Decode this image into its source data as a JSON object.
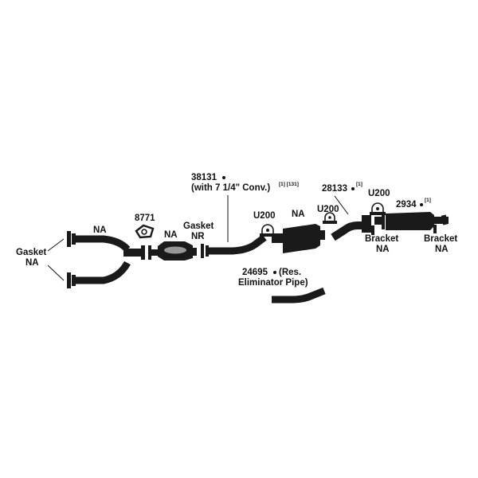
{
  "labels": {
    "gasket_left": "Gasket",
    "gasket_left_na": "NA",
    "y_pipe_na": "NA",
    "gasket_8771": "8771",
    "converter_na": "NA",
    "gasket_nr": "Gasket",
    "gasket_nr_code": "NR",
    "pipe_38131": "38131",
    "pipe_38131_note": "(with 7 1/4\" Conv.)",
    "pipe_38131_refs": "[1] [131]",
    "u200_a": "U200",
    "muffler_na": "NA",
    "u200_b": "U200",
    "pipe_28133": "28133",
    "pipe_28133_ref": "[1]",
    "u200_c": "U200",
    "part_2934": "2934",
    "part_2934_ref": "[1]",
    "bracket_a": "Bracket",
    "bracket_a_na": "NA",
    "bracket_b": "Bracket",
    "bracket_b_na": "NA",
    "pipe_24695": "24695",
    "pipe_24695_note_1": "(Res.",
    "pipe_24695_note_2": "Eliminator Pipe)"
  },
  "colors": {
    "ink": "#1a1a1a",
    "background": "#ffffff"
  }
}
